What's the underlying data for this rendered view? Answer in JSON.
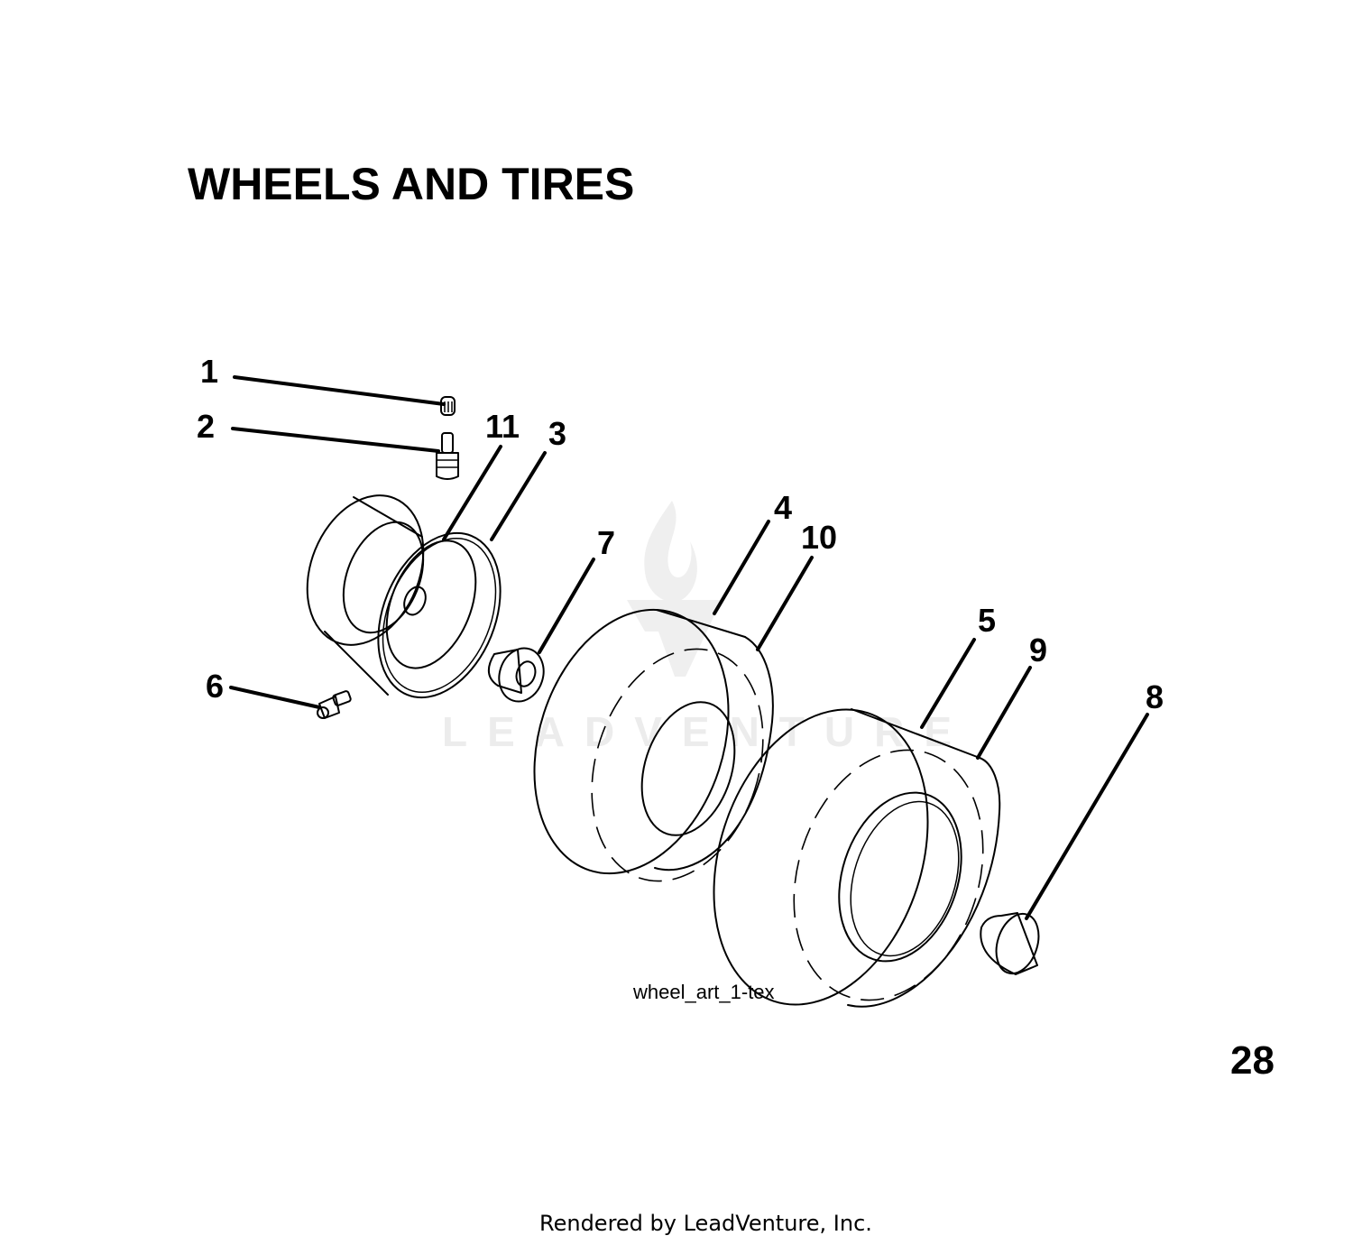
{
  "title": "WHEELS AND TIRES",
  "page_number": "28",
  "art_reference": "wheel_art_1-tex",
  "credit": "Rendered by LeadVenture, Inc.",
  "watermark": "LEADVENTURE",
  "callouts": {
    "c1": "1",
    "c2": "2",
    "c3": "3",
    "c4": "4",
    "c5": "5",
    "c6": "6",
    "c7": "7",
    "c8": "8",
    "c9": "9",
    "c10": "10",
    "c11": "11"
  }
}
